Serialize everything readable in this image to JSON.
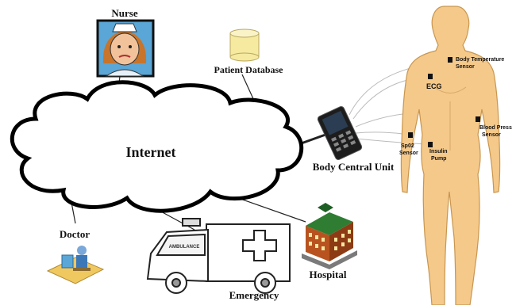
{
  "nodes": {
    "nurse": "Nurse",
    "patient_db": "Patient Database",
    "internet": "Internet",
    "body_unit": "Body Central Unit",
    "doctor": "Doctor",
    "emergency": "Emergency",
    "hospital": "Hospital"
  },
  "sensors": {
    "body_temp_1": "Body Temperature",
    "body_temp_2": "Sensor",
    "ecg": "ECG",
    "blood_press_1": "Blood Press",
    "blood_press_2": "Sensor",
    "spo2_1": "Sp02",
    "spo2_2": "Sensor",
    "insulin_1": "Insulin",
    "insulin_2": "Pump"
  },
  "ambulance": {
    "windshield_text": "AMBULANCE"
  },
  "colors": {
    "skin": "#f5c98a",
    "skin_outline": "#c89650",
    "cloud_fill": "#ffffff",
    "cloud_stroke": "#000000",
    "nurse_bg": "#5aa6d6",
    "db": "#f6e9a0",
    "hospital_roof": "#2e7d32",
    "hospital_wall": "#b8531f"
  }
}
